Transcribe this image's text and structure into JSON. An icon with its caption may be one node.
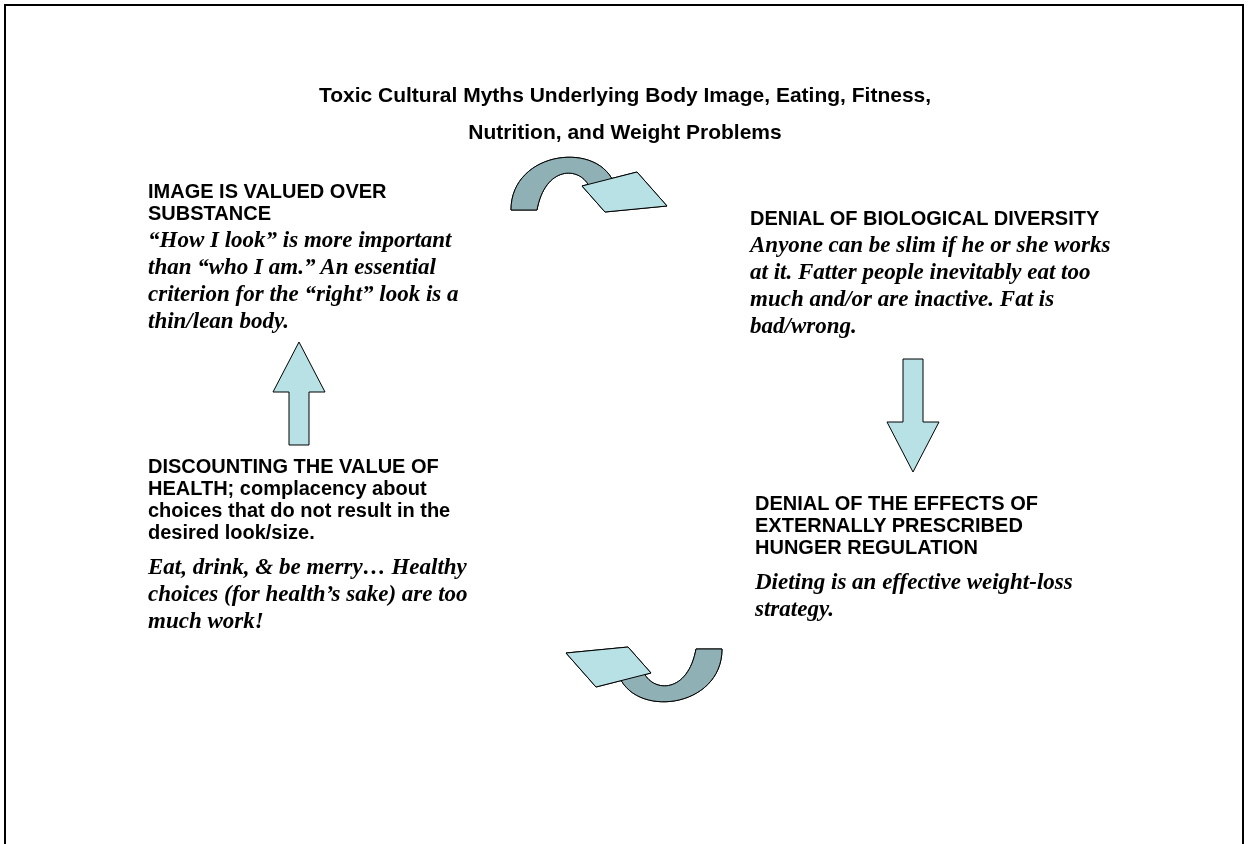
{
  "diagram": {
    "title": "Toxic Cultural Myths Underlying Body Image, Eating, Fitness, Nutrition, and Weight Problems",
    "nodes": [
      {
        "text": [
          "IMAGE IS VALUED OVER SUBSTANCE",
          "“How I look” is more important than “who I am.” An essential criterion for the “right” look is a thin/lean body."
        ]
      },
      {
        "text": [
          "DENIAL OF BIOLOGICAL DIVERSITY",
          "Anyone can be slim if he or she works at it. Fatter people inevitably eat too much and/or are inactive. Fat is bad/wrong."
        ]
      },
      {
        "text": [
          "DENIAL OF THE EFFECTS OF EXTERNALLY PRESCRIBED HUNGER REGULATION",
          "Dieting is an effective weight-loss strategy."
        ]
      },
      {
        "text": [
          "DISCOUNTING THE VALUE OF HEALTH; complacency about choices that do not result in the desired look/size.",
          "Eat, drink, & be merry… Healthy choices (for health’s sake) are too much work!"
        ]
      }
    ],
    "edges": [
      {
        "from": 0,
        "to": 1,
        "arrow": "to"
      },
      {
        "from": 1,
        "to": 2,
        "arrow": "to"
      },
      {
        "from": 2,
        "to": 3,
        "arrow": "to"
      },
      {
        "from": 3,
        "to": 0,
        "arrow": "to"
      }
    ]
  }
}
